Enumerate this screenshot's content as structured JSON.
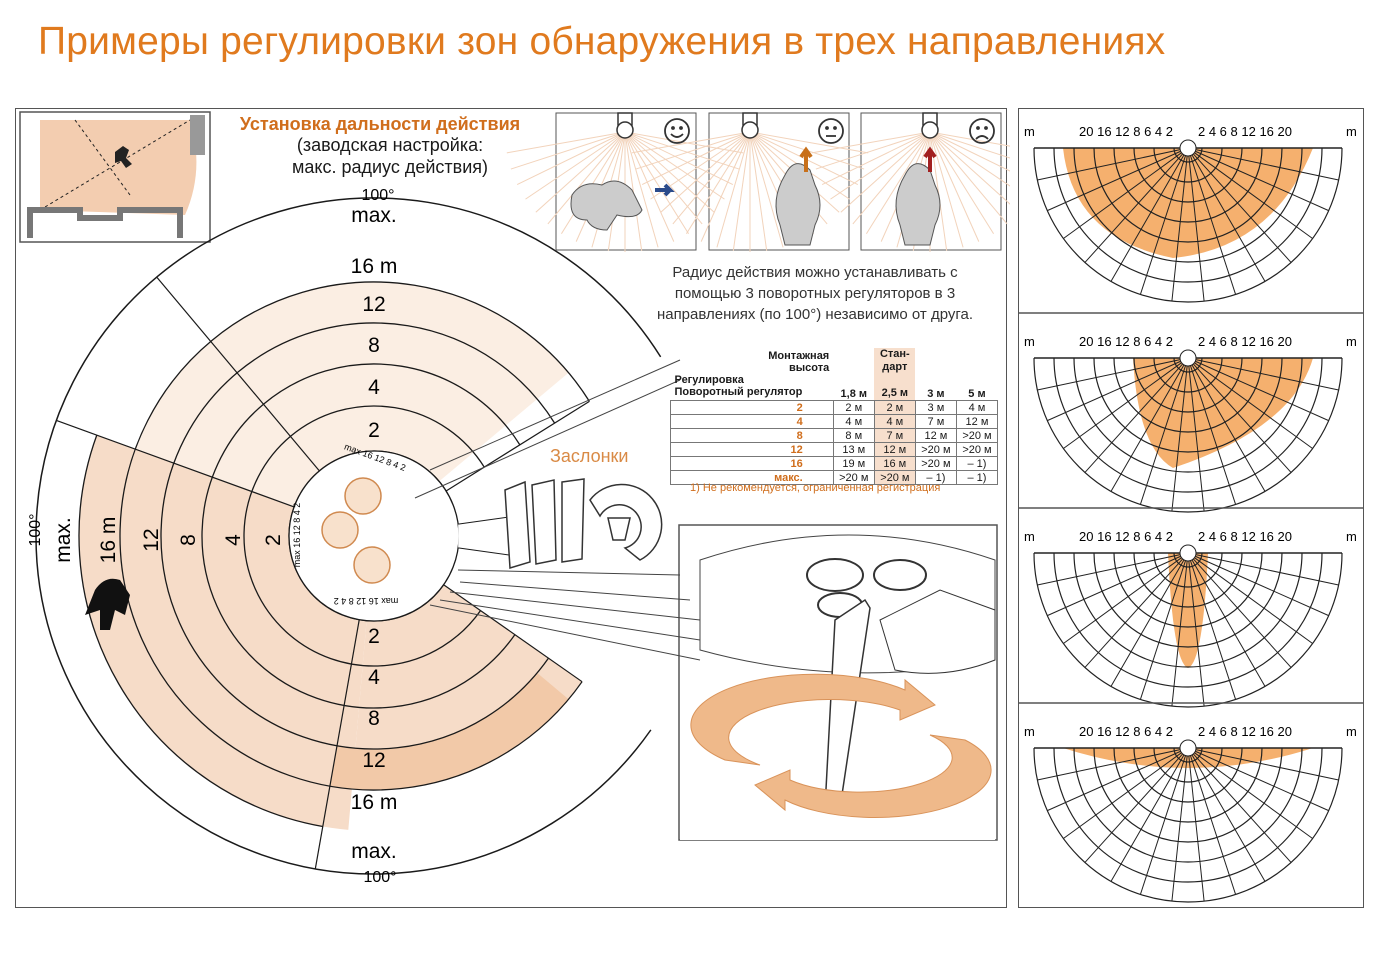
{
  "title": "Примеры регулировки зон обнаружения в трех направлениях",
  "info": {
    "title": "Установка дальности действия",
    "subtitle_line1": "(заводская настройка:",
    "subtitle_line2": "макс. радиус действия)"
  },
  "note": {
    "line1": "Радиус действия можно устанавливать с",
    "line2": "помощью 3 поворотных регуляторов в 3",
    "line3": "направлениях (по 100°) независимо от друга."
  },
  "flaps_label": "Заслонки",
  "diagram": {
    "angle_label": "100°",
    "ring_labels": [
      "2",
      "4",
      "8",
      "12",
      "16 m",
      "max."
    ],
    "dial_scale": "max 16 12 8 4 2",
    "accent_color": "#f6dcc8",
    "line_color": "#1a1a1a"
  },
  "table": {
    "header_mount_line1": "Монтажная",
    "header_mount_line2": "высота",
    "header_adjust": "Регулировка",
    "header_knob": "Поворотный регулятор",
    "std_line1": "Стан-",
    "std_line2": "дарт",
    "columns": [
      "1,8 м",
      "2,5 м",
      "3 м",
      "5 м"
    ],
    "rows": [
      {
        "label": "2",
        "values": [
          "2 м",
          "2 м",
          "3 м",
          "4 м"
        ]
      },
      {
        "label": "4",
        "values": [
          "4 м",
          "4 м",
          "7 м",
          "12 м"
        ]
      },
      {
        "label": "8",
        "values": [
          "8 м",
          "7 м",
          "12 м",
          ">20 м"
        ]
      },
      {
        "label": "12",
        "values": [
          "13 м",
          "12 м",
          ">20 м",
          ">20 м"
        ]
      },
      {
        "label": "16",
        "values": [
          "19 м",
          "16 м",
          ">20 м",
          "– 1)"
        ]
      },
      {
        "label": "макс.",
        "values": [
          ">20 м",
          ">20 м",
          "– 1)",
          "– 1)"
        ]
      }
    ],
    "footnote": "1) Не рекомендуется, ограниченная регистрация"
  },
  "scale_panels": {
    "unit": "m",
    "ticks": "20 16 12 8 6 4 2",
    "ticks_right": "2 4 6 8 12 16 20",
    "fill_color": "#f5b06e"
  }
}
